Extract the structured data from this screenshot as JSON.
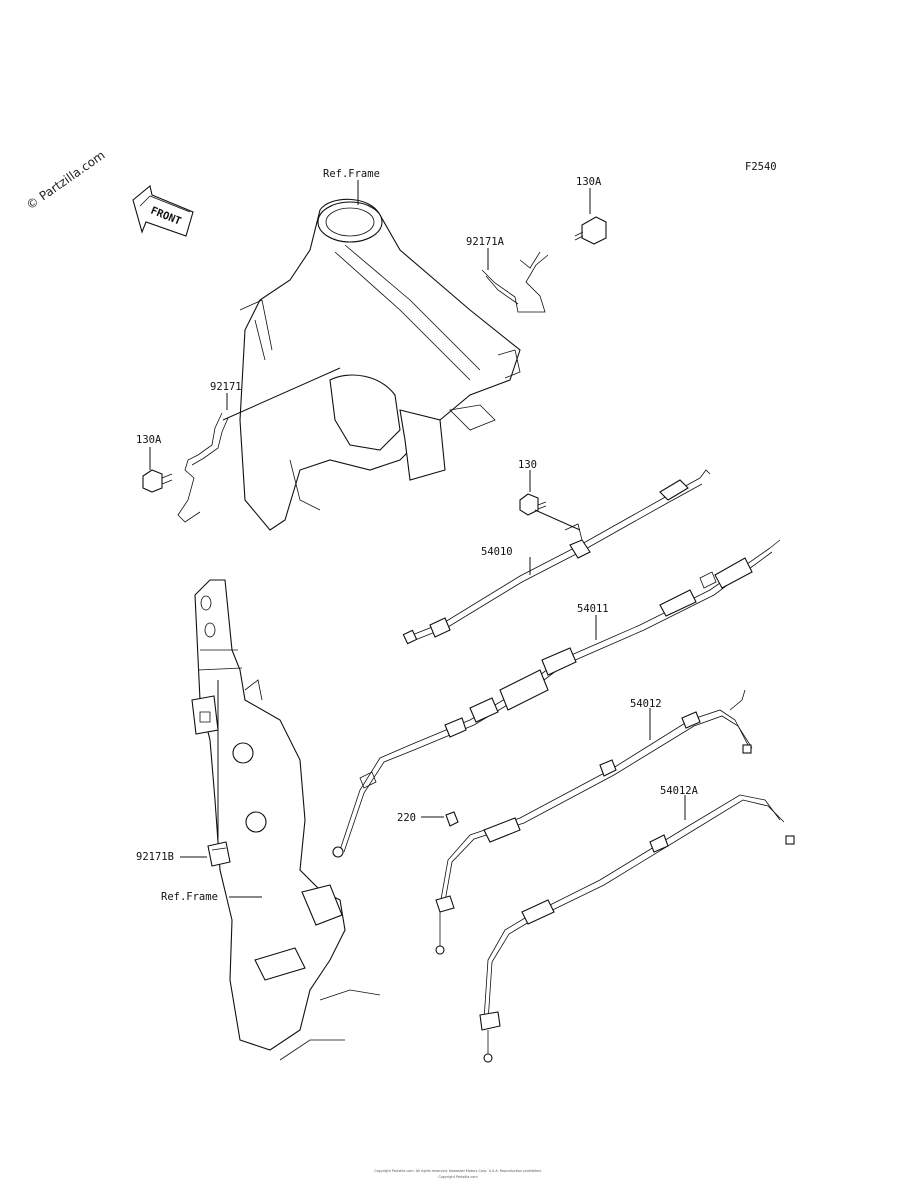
{
  "diagram": {
    "figure_code": "F2540",
    "watermark": "© Partzilla.com",
    "front_arrow_label": "FRONT",
    "footer_line_1": "Copyright Partzilla.com. All rights reserved. Kawasaki Motors Corp. U.S.A. Reproduction prohibited.",
    "footer_line_2": "Copyright Partzilla.com",
    "labels": {
      "ref_frame_top": "Ref.Frame",
      "ref_frame_bottom": "Ref.Frame",
      "p130A_top": "130A",
      "p92171A": "92171A",
      "p92171": "92171",
      "p130A_left": "130A",
      "p130": "130",
      "p54010": "54010",
      "p54011": "54011",
      "p54012": "54012",
      "p54012A": "54012A",
      "p220": "220",
      "p92171B": "92171B"
    }
  }
}
